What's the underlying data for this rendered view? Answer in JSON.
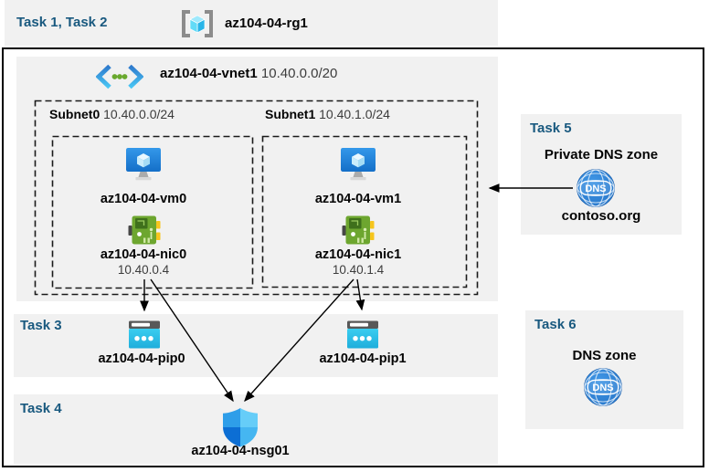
{
  "header": {
    "tasks_label": "Task 1, Task 2",
    "resource_group": "az104-04-rg1"
  },
  "vnet": {
    "name": "az104-04-vnet1",
    "cidr": "10.40.0.0/20"
  },
  "subnets": [
    {
      "name": "Subnet0",
      "cidr": "10.40.0.0/24",
      "vm_name": "az104-04-vm0",
      "nic_name": "az104-04-nic0",
      "nic_ip": "10.40.0.4"
    },
    {
      "name": "Subnet1",
      "cidr": "10.40.1.0/24",
      "vm_name": "az104-04-vm1",
      "nic_name": "az104-04-nic1",
      "nic_ip": "10.40.1.4"
    }
  ],
  "task3": {
    "label": "Task 3",
    "pip0": "az104-04-pip0",
    "pip1": "az104-04-pip1"
  },
  "task4": {
    "label": "Task 4",
    "nsg": "az104-04-nsg01"
  },
  "task5": {
    "label": "Task 5",
    "title": "Private DNS zone",
    "zone": "contoso.org",
    "icon_text": "DNS"
  },
  "task6": {
    "label": "Task 6",
    "title": "DNS zone",
    "icon_text": "DNS"
  },
  "colors": {
    "task_label": "#19597F",
    "band_bg": "#F1F1F1",
    "border": "#000000",
    "arrow": "#000000",
    "vm_blue": "#2186DC",
    "nic_green": "#6DA62F",
    "pip_cyan": "#29C2E9",
    "dns_blue": "#2E7FD2",
    "shield_blues": "#0C6ED4"
  }
}
